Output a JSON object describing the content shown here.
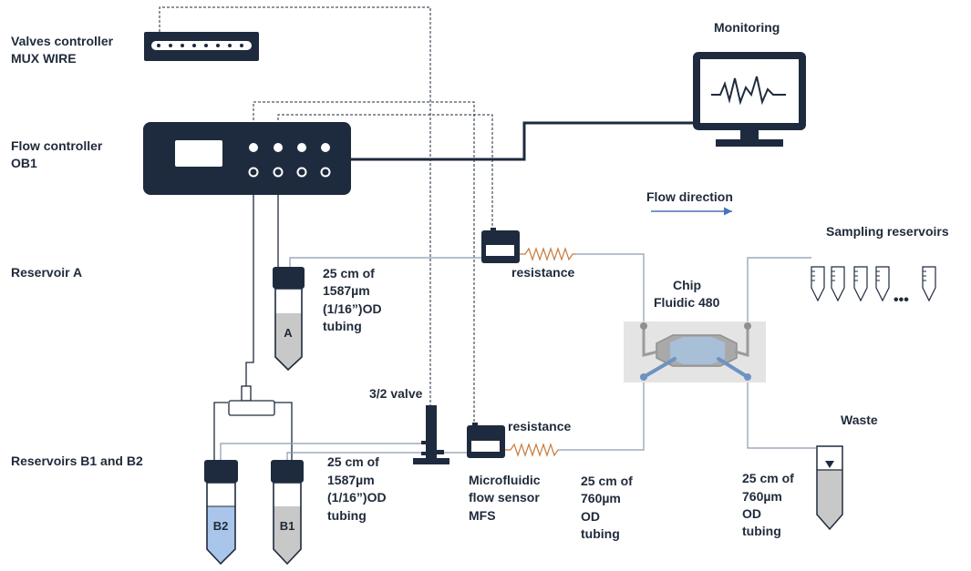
{
  "labels": {
    "valves_controller_1": "Valves controller",
    "valves_controller_2": "MUX WIRE",
    "flow_controller_1": "Flow controller",
    "flow_controller_2": "OB1",
    "reservoir_a": "Reservoir A",
    "reservoirs_b": "Reservoirs B1 and B2",
    "monitoring": "Monitoring",
    "flow_direction": "Flow direction",
    "sampling_reservoirs": "Sampling reservoirs",
    "chip_1": "Chip",
    "chip_2": "Fluidic 480",
    "waste": "Waste",
    "valve_32": "3/2 valve",
    "resistance_top": "resistance",
    "resistance_bottom": "resistance",
    "tubing_a_1": "25 cm of",
    "tubing_a_2": "1587µm",
    "tubing_a_3": "(1/16”)OD",
    "tubing_a_4": "tubing",
    "tubing_b_1": "25 cm of",
    "tubing_b_2": "1587µm",
    "tubing_b_3": "(1/16”)OD",
    "tubing_b_4": "tubing",
    "mfs_1": "Microfluidic",
    "mfs_2": "flow sensor",
    "mfs_3": "MFS",
    "tubing_mid_1": "25 cm of",
    "tubing_mid_2": "760µm",
    "tubing_mid_3": "OD",
    "tubing_mid_4": "tubing",
    "tubing_waste_1": "25 cm of",
    "tubing_waste_2": "760µm",
    "tubing_waste_3": "OD",
    "tubing_waste_4": "tubing",
    "tube_a_letter": "A",
    "tube_b1_letter": "B1",
    "tube_b2_letter": "B2",
    "ellipsis": "•••"
  },
  "colors": {
    "device_navy": "#1e2b3e",
    "tubing_line": "#8a9bb0",
    "resistance": "#c87a3a",
    "arrow_blue": "#4a74b8",
    "liquid_gray": "#c8c8c8",
    "liquid_blue": "#a9c6ea",
    "chip_bg": "#e4e4e4"
  }
}
